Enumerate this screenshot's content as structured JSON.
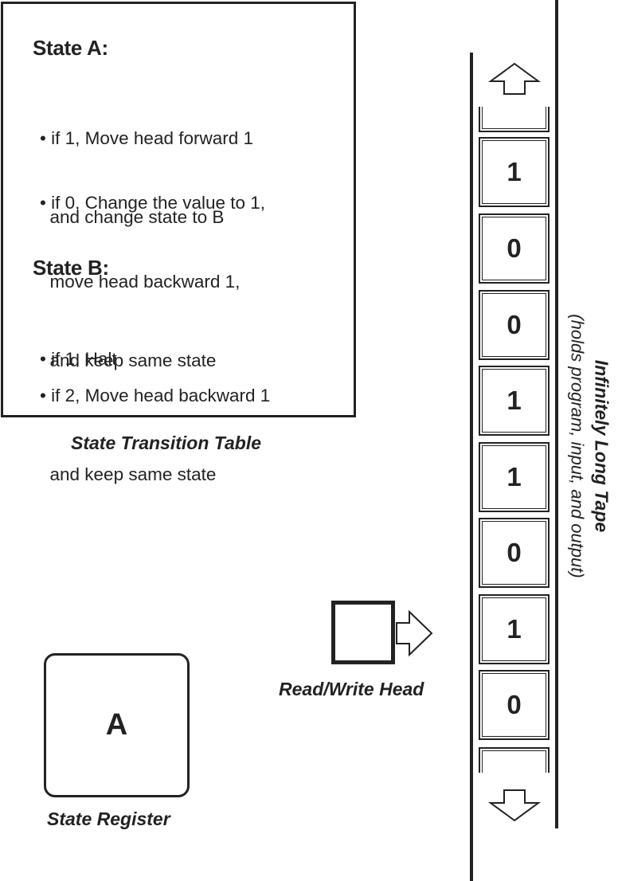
{
  "transition_table": {
    "caption": "State Transition Table",
    "states": [
      {
        "heading": "State A:",
        "rules": [
          [
            "• if 1, Move head forward 1",
            "  and change state to B"
          ],
          [
            "• if 0, Change the value to 1,",
            "  move head backward 1,",
            "  and keep same state"
          ]
        ]
      },
      {
        "heading": "State B:",
        "rules": [
          [
            "• if 1, Halt"
          ],
          [
            "• if 2, Move head backward 1",
            "  and keep same state"
          ]
        ]
      }
    ]
  },
  "tape": {
    "title": "Infinitely Long Tape",
    "subtitle": "(holds program, input, and output)",
    "cells": [
      "1",
      "0",
      "0",
      "1",
      "1",
      "0",
      "1",
      "0"
    ],
    "up_arrow_icon": "arrow-up-icon",
    "down_arrow_icon": "arrow-down-icon"
  },
  "head": {
    "caption": "Read/Write Head",
    "arrow_icon": "arrow-right-icon"
  },
  "register": {
    "value": "A",
    "caption": "State Register"
  }
}
